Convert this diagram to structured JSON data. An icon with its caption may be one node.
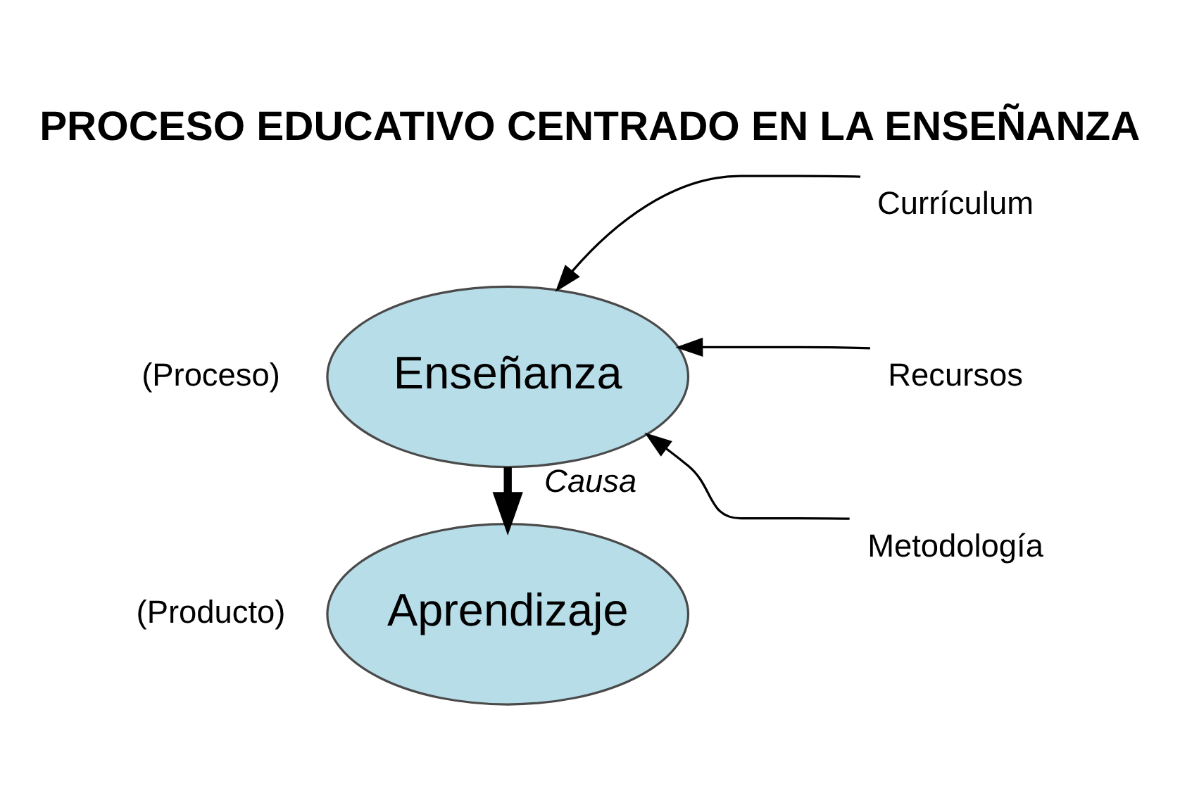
{
  "diagram": {
    "title": "PROCESO EDUCATIVO CENTRADO EN LA ENSEÑANZA",
    "nodes": [
      {
        "text": [
          "Enseñanza"
        ],
        "beside": [
          "(Proceso)"
        ]
      },
      {
        "text": [
          "Aprendizaje"
        ],
        "beside": [
          "(Producto)"
        ]
      },
      {
        "text": [
          "Currículum"
        ]
      },
      {
        "text": [
          "Recursos"
        ]
      },
      {
        "text": [
          "Metodología"
        ]
      }
    ],
    "edges": [
      {
        "from": 0,
        "to": 1,
        "arrow": "to",
        "label": "Causa",
        "style": "thick"
      },
      {
        "from": 2,
        "to": 0,
        "arrow": "to"
      },
      {
        "from": 3,
        "to": 0,
        "arrow": "to"
      },
      {
        "from": 4,
        "to": 0,
        "arrow": "to"
      }
    ]
  }
}
